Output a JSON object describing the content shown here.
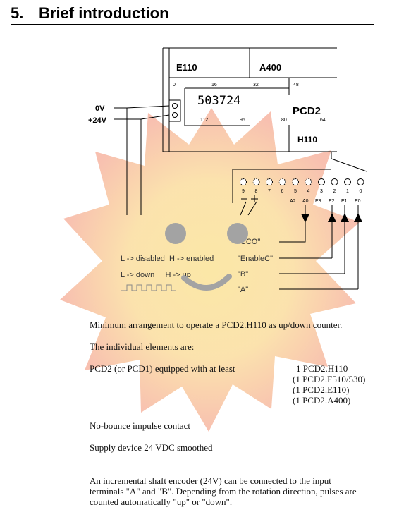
{
  "heading": {
    "number": "5.",
    "title": "Brief introduction"
  },
  "diagram": {
    "modules": {
      "e110": "E110",
      "a400": "A400",
      "pcd2": "PCD2",
      "h110": "H110"
    },
    "addresses": {
      "a0": "0",
      "a16": "16",
      "a32": "32",
      "a48": "48",
      "a112": "112",
      "a96": "96",
      "a80": "80",
      "a64": "64"
    },
    "display": "503724",
    "power": {
      "v0": "0V",
      "v24": "+24V"
    },
    "terminal_numbers": [
      "9",
      "8",
      "7",
      "6",
      "5",
      "4",
      "3",
      "2",
      "1",
      "0"
    ],
    "terminal_labels": {
      "a2": "A2",
      "a0": "A0",
      "e3": "E3",
      "e2": "E2",
      "e1": "E1",
      "e0": "E0"
    },
    "signals": {
      "cco": "\"CCO\"",
      "enablec": "\"EnableC\"",
      "b": "\"B\"",
      "a": "\"A\""
    },
    "legend": {
      "enable": "L -> disabled  H -> enabled",
      "direction": "L -> down     H -> up"
    }
  },
  "text": {
    "p1": "Minimum arrangement to operate a PCD2.H110 as up/down counter.",
    "p2": "The individual elements are:",
    "p3_left": "PCD2 (or PCD1) equipped with at least",
    "p3_right": [
      "1 PCD2.H110",
      "(1 PCD2.F510/530)",
      "(1 PCD2.E110)",
      "(1 PCD2.A400)"
    ],
    "p4": "No-bounce impulse contact",
    "p5": "Supply device 24 VDC smoothed",
    "p6": [
      "An incremental shaft encoder (24V) can be connected to the input",
      "terminals \"A\" and \"B\". Depending from the rotation direction, pulses are",
      "counted automatically \"up\" or \"down\"."
    ]
  },
  "colors": {
    "overlay_outer": "#f7b9a7",
    "overlay_inner": "#fbe6a2",
    "eyes": "#a3a3a3",
    "line": "#000000"
  }
}
